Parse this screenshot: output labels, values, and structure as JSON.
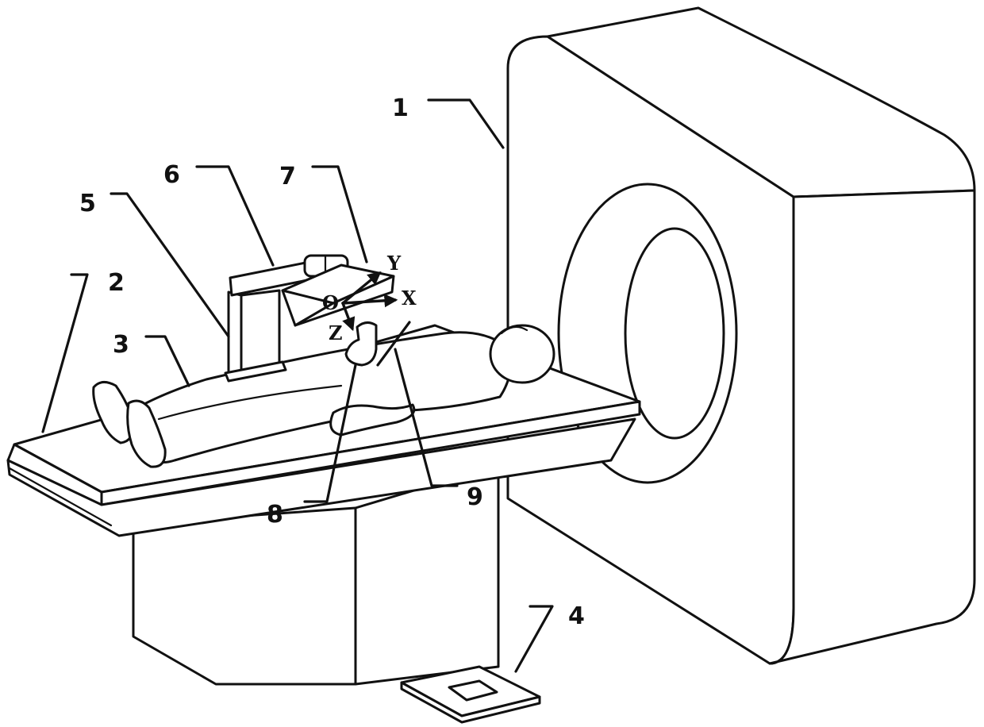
{
  "callouts": {
    "c1": "1",
    "c2": "2",
    "c3": "3",
    "c4": "4",
    "c5": "5",
    "c6": "6",
    "c7": "7",
    "c8": "8",
    "c9": "9"
  },
  "axes": {
    "origin": "O",
    "x": "X",
    "y": "Y",
    "z": "Z"
  }
}
